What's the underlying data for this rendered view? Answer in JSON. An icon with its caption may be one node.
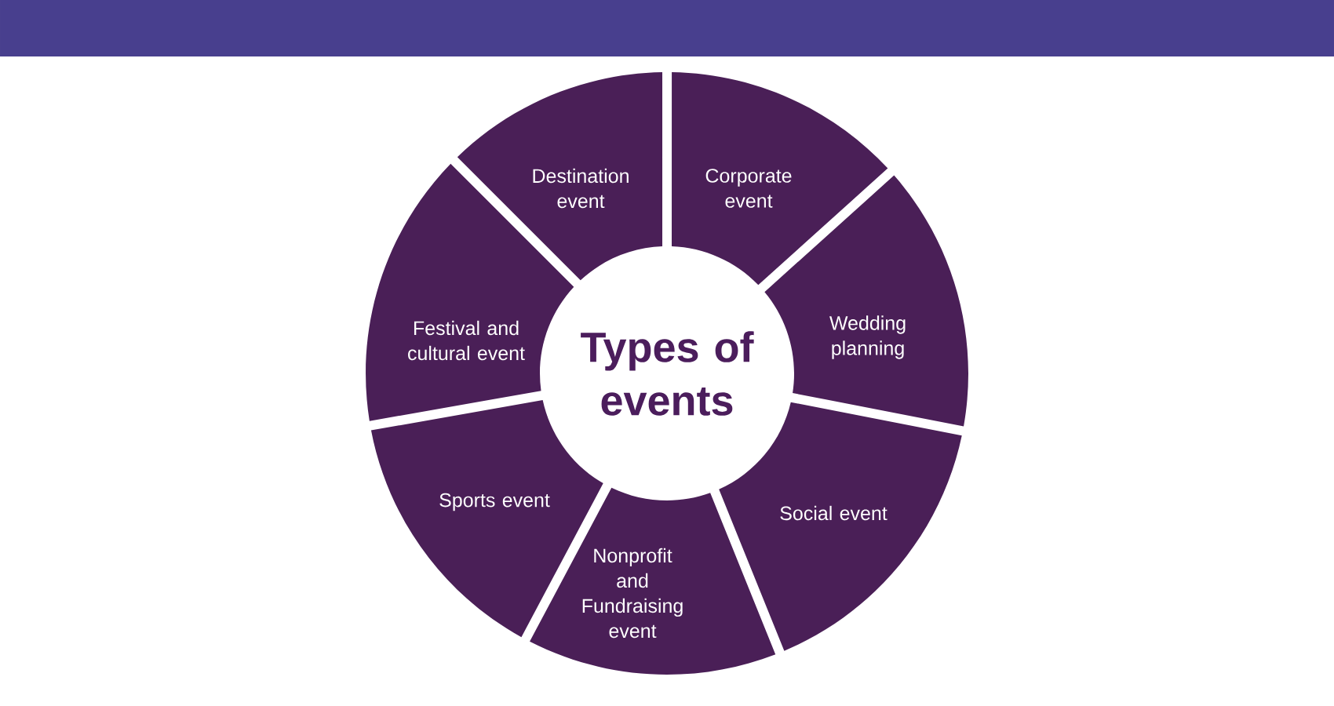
{
  "diagram": {
    "nodes": [
      {
        "text": [
          "Types of events"
        ]
      },
      {
        "text": [
          "Destination event"
        ]
      },
      {
        "text": [
          "Corporate event"
        ]
      },
      {
        "text": [
          "Festival and cultural event"
        ]
      },
      {
        "text": [
          "Wedding planning"
        ]
      },
      {
        "text": [
          "Sports event"
        ]
      },
      {
        "text": [
          "Social event"
        ]
      },
      {
        "text": [
          "Nonprofit and Fundraising event"
        ]
      }
    ]
  }
}
